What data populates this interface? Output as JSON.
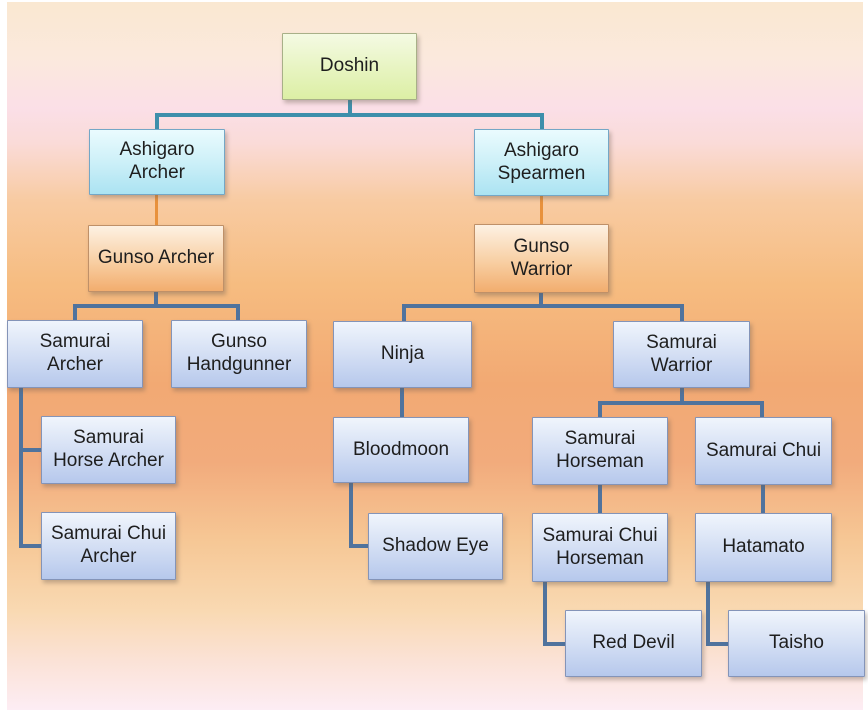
{
  "diagram": {
    "type": "org-chart",
    "subject": "unit promotion hierarchy",
    "nodes": {
      "doshin": {
        "label": "Doshin",
        "color_group": "green"
      },
      "ashigaro_archer": {
        "label": "Ashigaro\nArcher",
        "color_group": "cyan"
      },
      "ashigaro_spearmen": {
        "label": "Ashigaro\nSpearmen",
        "color_group": "cyan"
      },
      "gunso_archer": {
        "label": "Gunso Archer",
        "color_group": "orange"
      },
      "gunso_warrior": {
        "label": "Gunso\nWarrior",
        "color_group": "orange"
      },
      "samurai_archer": {
        "label": "Samurai\nArcher",
        "color_group": "blue"
      },
      "gunso_handgunner": {
        "label": "Gunso\nHandgunner",
        "color_group": "blue"
      },
      "ninja": {
        "label": "Ninja",
        "color_group": "blue"
      },
      "samurai_warrior": {
        "label": "Samurai\nWarrior",
        "color_group": "blue"
      },
      "samurai_horse_archer": {
        "label": "Samurai\nHorse Archer",
        "color_group": "blue"
      },
      "samurai_chui_archer": {
        "label": "Samurai Chui\nArcher",
        "color_group": "blue"
      },
      "bloodmoon": {
        "label": "Bloodmoon",
        "color_group": "blue"
      },
      "shadow_eye": {
        "label": "Shadow Eye",
        "color_group": "blue"
      },
      "samurai_horseman": {
        "label": "Samurai\nHorseman",
        "color_group": "blue"
      },
      "samurai_chui": {
        "label": "Samurai Chui",
        "color_group": "blue"
      },
      "samurai_chui_horseman": {
        "label": "Samurai Chui\nHorseman",
        "color_group": "blue"
      },
      "hatamato": {
        "label": "Hatamato",
        "color_group": "blue"
      },
      "red_devil": {
        "label": "Red Devil",
        "color_group": "blue"
      },
      "taisho": {
        "label": "Taisho",
        "color_group": "blue"
      }
    },
    "edges": [
      {
        "from": "Doshin",
        "to": "Ashigaro Archer"
      },
      {
        "from": "Doshin",
        "to": "Ashigaro Spearmen"
      },
      {
        "from": "Ashigaro Archer",
        "to": "Gunso Archer"
      },
      {
        "from": "Ashigaro Spearmen",
        "to": "Gunso Warrior"
      },
      {
        "from": "Gunso Archer",
        "to": "Samurai Archer"
      },
      {
        "from": "Gunso Archer",
        "to": "Gunso Handgunner"
      },
      {
        "from": "Samurai Archer",
        "to": "Samurai Horse Archer"
      },
      {
        "from": "Samurai Archer",
        "to": "Samurai Chui Archer"
      },
      {
        "from": "Gunso Warrior",
        "to": "Ninja"
      },
      {
        "from": "Gunso Warrior",
        "to": "Samurai Warrior"
      },
      {
        "from": "Ninja",
        "to": "Bloodmoon"
      },
      {
        "from": "Bloodmoon",
        "to": "Shadow Eye"
      },
      {
        "from": "Samurai Warrior",
        "to": "Samurai Horseman"
      },
      {
        "from": "Samurai Warrior",
        "to": "Samurai Chui"
      },
      {
        "from": "Samurai Horseman",
        "to": "Samurai Chui Horseman"
      },
      {
        "from": "Samurai Chui Horseman",
        "to": "Red Devil"
      },
      {
        "from": "Samurai Chui",
        "to": "Hatamato"
      },
      {
        "from": "Hatamato",
        "to": "Taisho"
      }
    ],
    "colors": {
      "connector_teal": "#3e8fab",
      "connector_orange": "#e8913c",
      "connector_slate_blue": "#50739d",
      "node_green_top": "#f4fae3",
      "node_green_bottom": "#dcefa5",
      "node_cyan_top": "#eafbfe",
      "node_cyan_bottom": "#abe3f2",
      "node_orange_top": "#fdf1e3",
      "node_orange_bottom": "#f2ad6e",
      "node_blue_top": "#f0f5fc",
      "node_blue_bottom": "#b6c8ec",
      "background_orange_mid": "#f2a973",
      "background_pink_edge": "#fdedf4"
    }
  }
}
